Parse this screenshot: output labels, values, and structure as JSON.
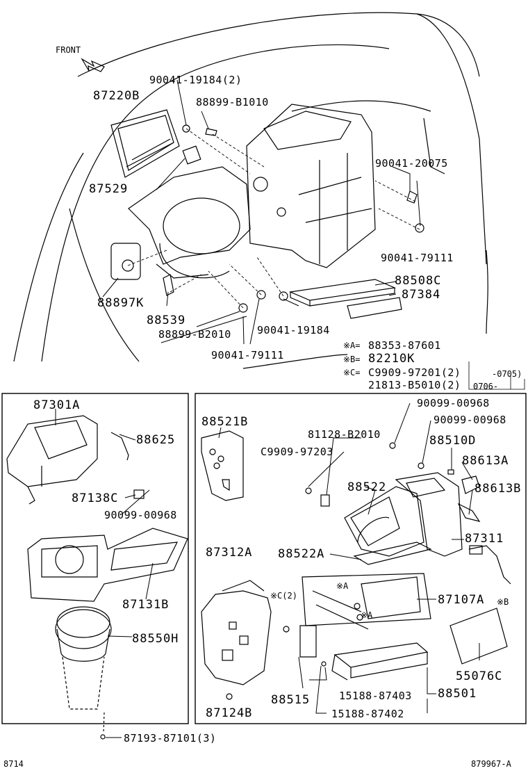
{
  "diagram": {
    "front": "FRONT",
    "labels": {
      "p87220B": "87220B",
      "p90041_19184_2": "90041-19184(2)",
      "p88899_B1010": "88899-B1010",
      "p87529": "87529",
      "p90041_20075": "90041-20075",
      "p90041_79111_r": "90041-79111",
      "p88508C": "88508C",
      "p87384": "87384",
      "p88897K": "88897K",
      "p88539": "88539",
      "p88899_B2010": "88899-B2010",
      "p90041_19184": "90041-19184",
      "p90041_79111_b": "90041-79111",
      "p87301A": "87301A",
      "p88625": "88625",
      "p87138C": "87138C",
      "p90099_00968_l": "90099-00968",
      "p87131B": "87131B",
      "p88550H": "88550H",
      "p87193_87101_3": "87193-87101(3)",
      "p88521B": "88521B",
      "p81128_B2010": "81128-B2010",
      "pC9909_97203": "C9909-97203",
      "p88522": "88522",
      "p90099_00968_a": "90099-00968",
      "p90099_00968_b": "90099-00968",
      "p88510D": "88510D",
      "p88613A": "88613A",
      "p88613B": "88613B",
      "p87311": "87311",
      "p88522A": "88522A",
      "p87312A": "87312A",
      "p87107A": "87107A",
      "markA1": "※A",
      "markA2": "※A",
      "markB": "※B",
      "markC2": "※C(2)",
      "p55076C": "55076C",
      "p88515": "88515",
      "p88501": "88501",
      "p15188_87403": "15188-87403",
      "p15188_87402": "15188-87402",
      "p87124B": "87124B"
    },
    "notes": {
      "a_key": "※A=",
      "a_val": "88353-87601",
      "b_key": "※B=",
      "b_val": "82210K",
      "c_key": "※C=",
      "c_val1": "C9909-97201(2)",
      "c_val2": "21813-B5010(2)",
      "c_date1": "-0705)",
      "c_date2": "0706-"
    },
    "footer": {
      "left": "8714",
      "right": "879967-A"
    }
  }
}
